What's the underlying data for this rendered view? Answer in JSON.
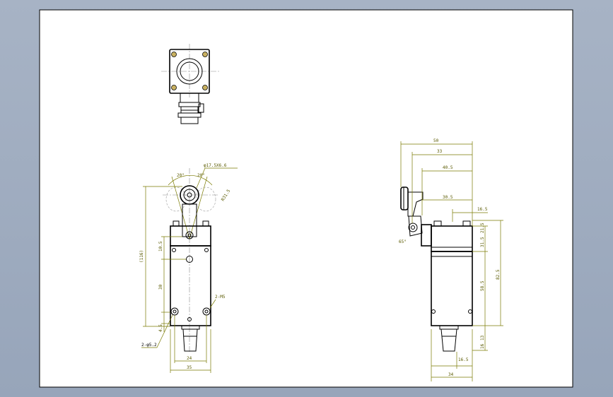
{
  "drawing": {
    "front_view": {
      "roller_label": "φ17.5X6.6",
      "angle_left": "20°",
      "angle_right": "20°",
      "radius_label": "R31.5",
      "overall_height": "(116)",
      "dim_left_upper": "10.5",
      "dim_left_mid": "30",
      "dim_left_lower": "4.5",
      "hole_label": "2-M5",
      "mount_hole_label": "2-φ5.2",
      "width_inner": "24",
      "width_outer": "35"
    },
    "side_view": {
      "top_50": "50",
      "top_33": "33",
      "top_40": "40.5",
      "top_30": "30.5",
      "top_16": "16.5",
      "right_21": "21.5",
      "right_31": "31.5",
      "right_58": "58.5",
      "right_82": "82.5",
      "right_13": "13",
      "right_16": "16",
      "bottom_inner": "16.5",
      "bottom_outer": "34",
      "side_angle": "65°"
    }
  },
  "colors": {
    "background": "#a7b3c5",
    "sheet": "#ffffff",
    "line": "#000000",
    "dimension": "#7a7a00",
    "center": "#8a8a8a",
    "screw": "#c8b060"
  }
}
